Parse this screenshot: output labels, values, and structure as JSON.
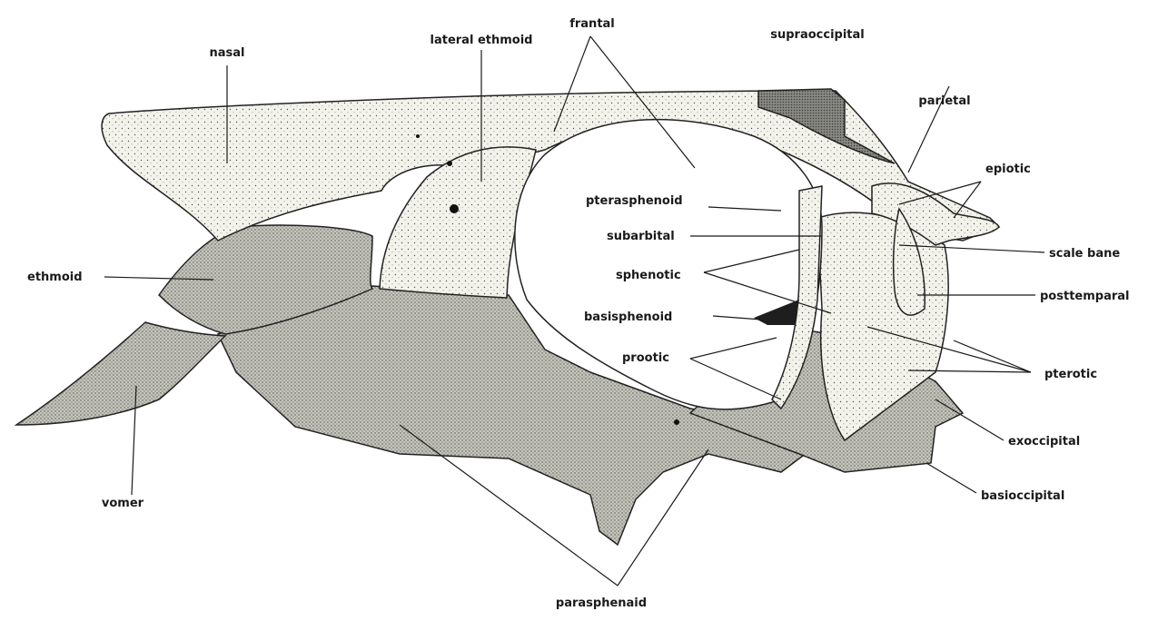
{
  "labels": {
    "nasal": "nasal",
    "lateral_ethmoid": "lateral ethmoid",
    "frontal": "frantal",
    "supraoccipital": "supraoccipital",
    "parietal": "parietal",
    "epiotic": "epiotic",
    "pterasphenoid": "pterasphenoid",
    "subarbital": "subarbital",
    "scale_bone": "scale bane",
    "ethmoid": "ethmoid",
    "sphenotic": "sphenotic",
    "posttemporal": "posttemparal",
    "basisphenoid": "basisphenoid",
    "prootic": "prootic",
    "pterotic": "pterotic",
    "exoccipital": "exoccipital",
    "vomer": "vomer",
    "basioccipital": "basioccipital",
    "parasphenoid": "parasphenaid"
  },
  "colors": {
    "ink": "#1a1a1a",
    "light_bone": "#efefe6",
    "medium_bone": "#b9b9b0",
    "dark_bone": "#7d7d77"
  }
}
